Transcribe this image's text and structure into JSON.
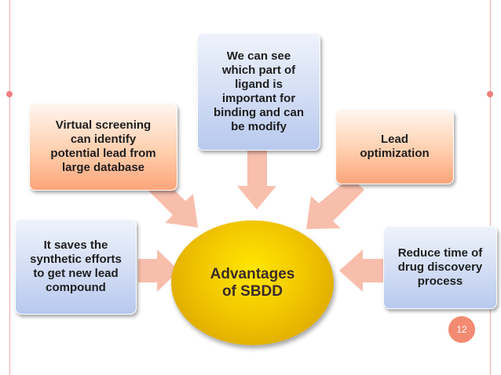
{
  "diagram": {
    "center": {
      "text": "Advantages\nof SBDD"
    },
    "nodes": {
      "left_top": "Virtual screening\ncan identify\npotential lead from\nlarge database",
      "top": "We can see\nwhich part of\nligand is\nimportant for\nbinding and can\nbe modify",
      "right_top": "Lead\noptimization",
      "left": "It saves the\nsynthetic efforts\nto get new lead\ncompound",
      "right": "Reduce time of\ndrug discovery\nprocess"
    }
  },
  "slide": {
    "page_number": "12"
  },
  "colors": {
    "blue_box": "#c9d6f2",
    "orange_box": "#fca57a",
    "center_fill": "#f2c600",
    "arrow": "#f7b8a4",
    "page_badge": "#f28b72"
  }
}
